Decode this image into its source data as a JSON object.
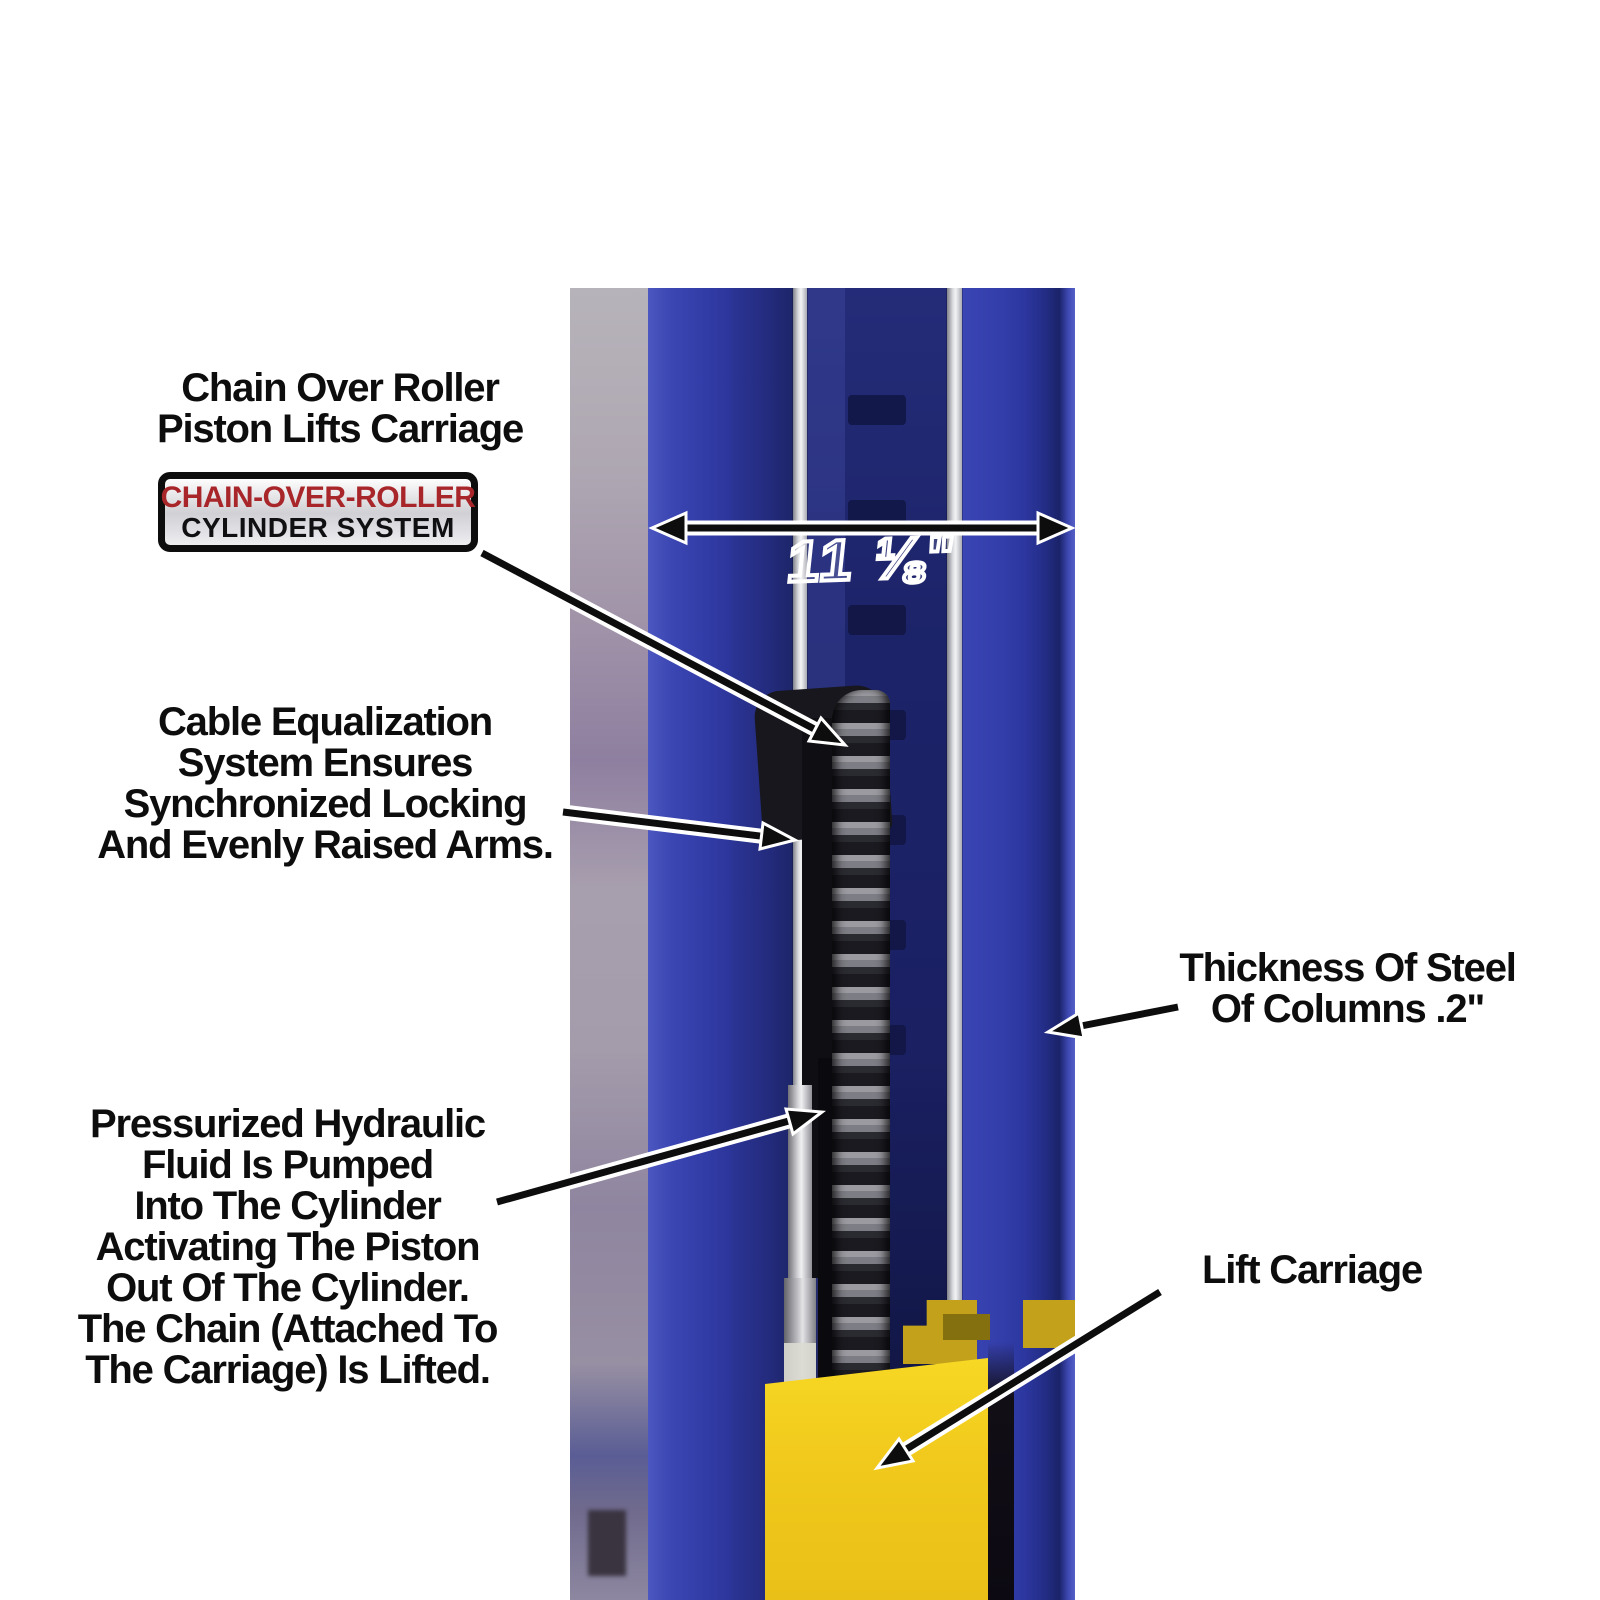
{
  "page": {
    "type": "two-post-lift column infographic",
    "background": "#ffffff",
    "colors": {
      "column_blue": "#333da8",
      "channel_navy": "#1a2062",
      "carriage_yellow": "#f2cd1d",
      "badge_red": "#a8262a",
      "annotation_black": "#0d0d0d",
      "cable_silver": "#e8e9ec"
    }
  },
  "annotations": {
    "chain_roller": {
      "lines": [
        "Chain Over Roller",
        "Piston Lifts Carriage"
      ]
    },
    "badge": {
      "line1": "CHAIN-OVER-ROLLER",
      "line2": "CYLINDER SYSTEM"
    },
    "cable_eq": {
      "lines": [
        "Cable Equalization",
        "System Ensures",
        "Synchronized Locking",
        "And Evenly Raised Arms."
      ]
    },
    "pressurized": {
      "lines": [
        "Pressurized Hydraulic",
        "Fluid Is Pumped",
        "Into The Cylinder",
        "Activating The Piston",
        "Out Of The Cylinder.",
        "The Chain (Attached To",
        "The Carriage) Is Lifted."
      ]
    },
    "thickness": {
      "lines": [
        "Thickness Of Steel",
        "Of Columns .2\""
      ]
    },
    "lift_carriage": {
      "label": "Lift Carriage"
    },
    "dimension": {
      "label": "11 ⅛\""
    }
  }
}
